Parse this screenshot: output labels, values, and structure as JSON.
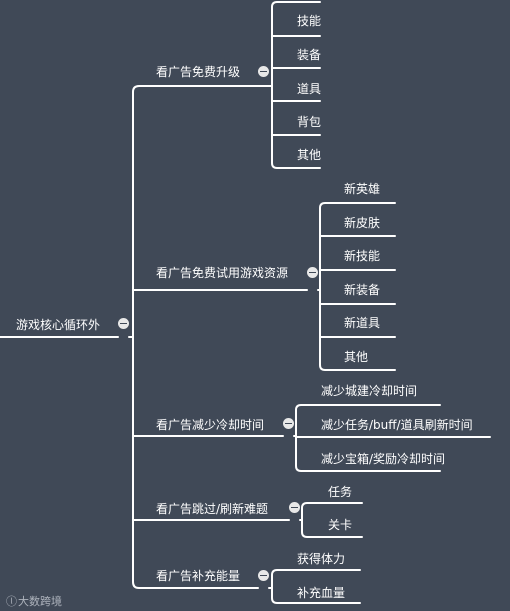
{
  "colors": {
    "background": "#404957",
    "line": "#ffffff",
    "text": "#ffffff",
    "toggle": "#e8e8e8"
  },
  "root": {
    "label": "游戏核心循环外"
  },
  "branches": [
    {
      "label": "看广告免费升级",
      "children": [
        "技能",
        "装备",
        "道具",
        "背包",
        "其他"
      ]
    },
    {
      "label": "看广告免费试用游戏资源",
      "children": [
        "新英雄",
        "新皮肤",
        "新技能",
        "新装备",
        "新道具",
        "其他"
      ]
    },
    {
      "label": "看广告减少冷却时间",
      "children": [
        "减少城建冷却时间",
        "减少任务/buff/道具刷新时间",
        "减少宝箱/奖励冷却时间"
      ]
    },
    {
      "label": "看广告跳过/刷新难题",
      "children": [
        "任务",
        "关卡"
      ]
    },
    {
      "label": "看广告补充能量",
      "children": [
        "获得体力",
        "补充血量"
      ]
    }
  ],
  "watermark": {
    "text": "大数跨境"
  }
}
